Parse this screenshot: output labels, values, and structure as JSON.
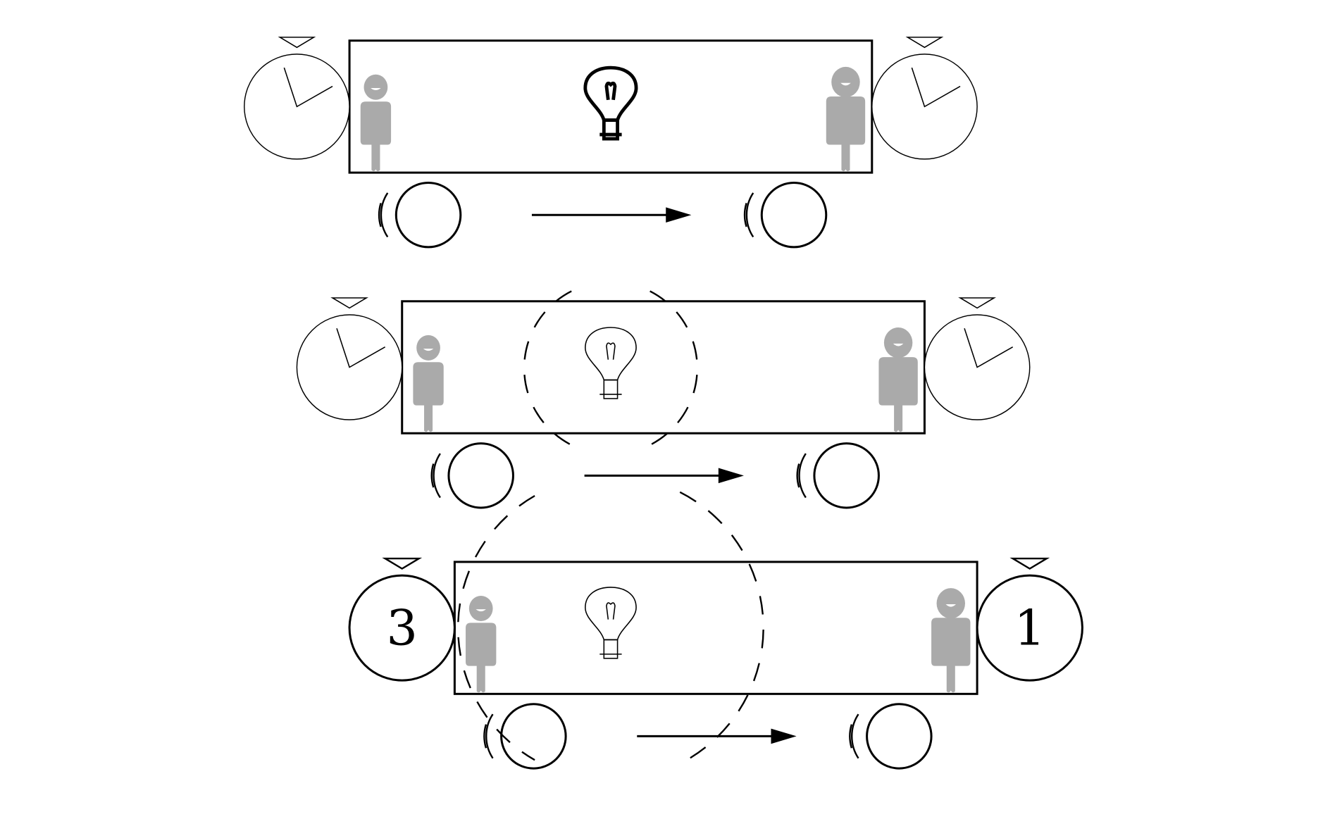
{
  "figure": {
    "panels": [
      {
        "stage": "flash",
        "left_clock": "",
        "right_clock": ""
      },
      {
        "stage": "light-spreading",
        "left_clock": "",
        "right_clock": ""
      },
      {
        "stage": "light-arrives",
        "left_clock": "3",
        "right_clock": "1"
      }
    ]
  },
  "colors": {
    "stroke": "#000000",
    "person": "#aaaaaa",
    "background": "#ffffff"
  }
}
